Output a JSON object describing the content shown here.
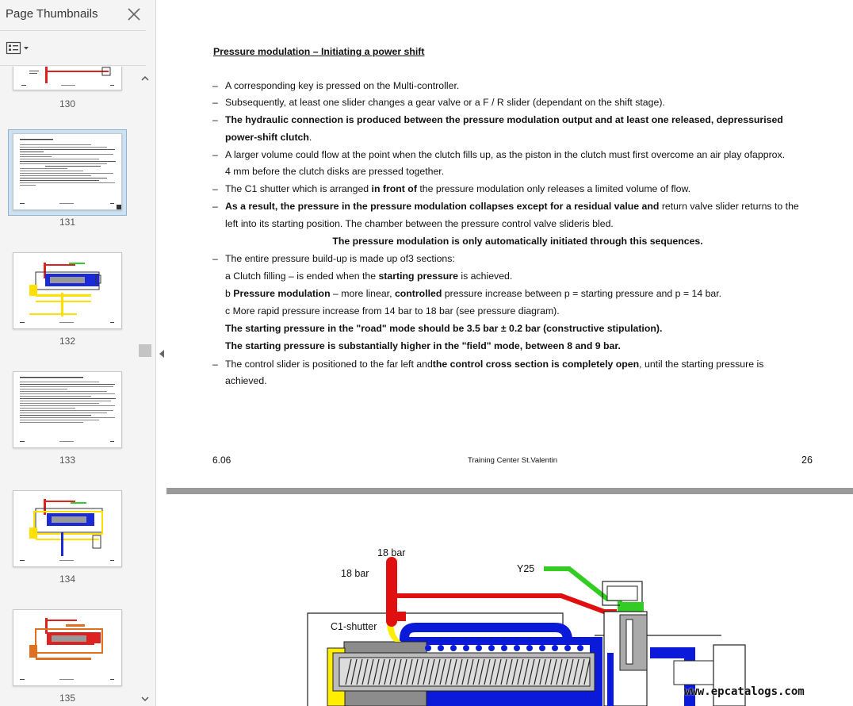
{
  "sidebar": {
    "title": "Page Thumbnails",
    "thumbnails": [
      {
        "page": "130"
      },
      {
        "page": "131",
        "selected": true
      },
      {
        "page": "132"
      },
      {
        "page": "133"
      },
      {
        "page": "134"
      },
      {
        "page": "135"
      }
    ]
  },
  "document": {
    "page_title": "Pressure modulation – Initiating a power shift",
    "bullet": "–",
    "lines": [
      {
        "dash": true,
        "segments": [
          {
            "t": "A corresponding key is pressed on the Multi-controller."
          }
        ]
      },
      {
        "dash": true,
        "segments": [
          {
            "t": "Subsequently, at least one slider changes a gear valve or a F / R slider (dependant on the shift stage)."
          }
        ]
      },
      {
        "dash": true,
        "segments": [
          {
            "t": "The hydraulic connection is produced between the pressure modulation output and at least one released, depressurised",
            "b": true
          }
        ]
      },
      {
        "dash": false,
        "segments": [
          {
            "t": "power-shift clutch",
            "b": true
          },
          {
            "t": "."
          }
        ]
      },
      {
        "dash": true,
        "segments": [
          {
            "t": "A larger volume could flow at the point when the clutch fills up, as the piston in the clutch must first overcome an air play ofapprox."
          }
        ]
      },
      {
        "dash": false,
        "segments": [
          {
            "t": "4 mm before the clutch disks are pressed together."
          }
        ]
      },
      {
        "dash": true,
        "segments": [
          {
            "t": "The C1 shutter which is arranged "
          },
          {
            "t": "in front of",
            "b": true
          },
          {
            "t": " the pressure modulation only releases a limited volume of flow."
          }
        ]
      },
      {
        "dash": true,
        "segments": [
          {
            "t": "As a result, the pressure in the pressure modulation collapses except for a residual value and",
            "b": true
          },
          {
            "t": " return valve slider returns to the"
          }
        ]
      },
      {
        "dash": false,
        "segments": [
          {
            "t": "left into its starting position. The chamber between the pressure control valve slideris bled."
          }
        ]
      },
      {
        "dash": false,
        "center": true,
        "segments": [
          {
            "t": "The pressure modulation is only automatically initiated through this sequences.",
            "b": true
          }
        ]
      },
      {
        "dash": true,
        "segments": [
          {
            "t": "The entire pressure build-up is made up of3 sections:"
          }
        ]
      },
      {
        "dash": false,
        "segments": [
          {
            "t": "a  Clutch filling – is ended when the "
          },
          {
            "t": "starting pressure",
            "b": true
          },
          {
            "t": " is achieved."
          }
        ]
      },
      {
        "dash": false,
        "segments": [
          {
            "t": "b  "
          },
          {
            "t": "Pressure modulation",
            "b": true
          },
          {
            "t": " – more linear, "
          },
          {
            "t": "controlled",
            "b": true
          },
          {
            "t": " pressure increase between p = starting pressure and p = 14 bar."
          }
        ]
      },
      {
        "dash": false,
        "segments": [
          {
            "t": "c  More rapid pressure increase from 14 bar to 18 bar (see pressure diagram)."
          }
        ]
      },
      {
        "dash": false,
        "segments": [
          {
            "t": "The starting pressure in the \"road\" mode should be 3.5 bar ± 0.2 bar (constructive stipulation).",
            "b": true
          }
        ]
      },
      {
        "dash": false,
        "segments": [
          {
            "t": "The starting pressure is substantially higher in the \"field\" mode, between 8 and 9 bar.",
            "b": true
          }
        ]
      },
      {
        "dash": true,
        "segments": [
          {
            "t": "The control slider is positioned to the far left and"
          },
          {
            "t": "the control cross section is completely open",
            "b": true
          },
          {
            "t": ", until the starting pressure is"
          }
        ]
      },
      {
        "dash": false,
        "segments": [
          {
            "t": "achieved."
          }
        ]
      }
    ],
    "footer": {
      "left": "6.06",
      "center": "Training Center St.Valentin",
      "right": "26"
    }
  },
  "diagram": {
    "labels": {
      "bar_top": "18 bar",
      "bar_left": "18 bar",
      "y25": "Y25",
      "c1": "C1-shutter"
    },
    "colors": {
      "red": "#e01010",
      "green": "#33cc22",
      "blue": "#0a1ad8",
      "yellow": "#ffee00",
      "grey": "#8c8c8c"
    }
  },
  "watermark": "www.epcatalogs.com"
}
